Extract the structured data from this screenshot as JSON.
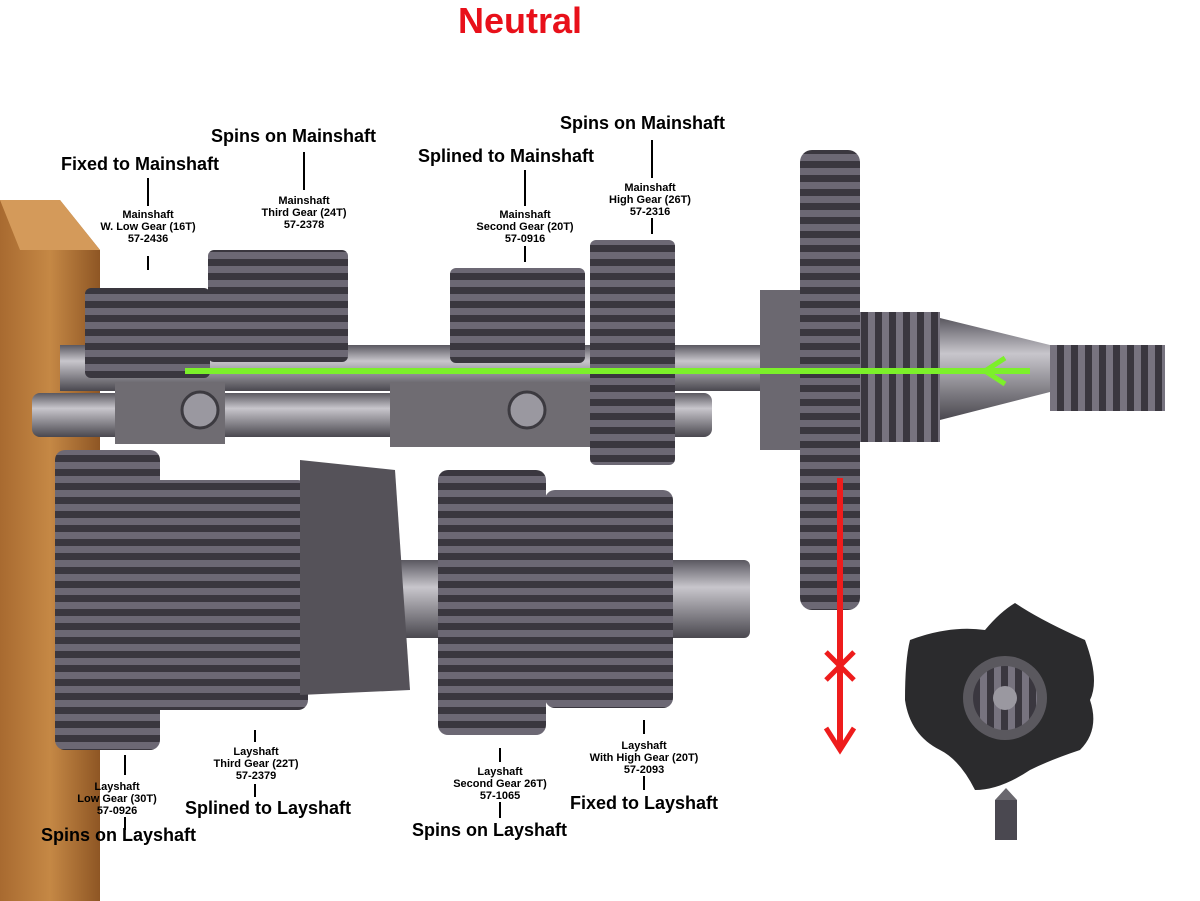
{
  "title": "Neutral",
  "colors": {
    "title": "#e8101a",
    "drive_arrow": "#7cf02a",
    "blocked_arrow": "#ee1c1c",
    "wood": "#b8783a",
    "metal_dark": "#3c3a40",
    "metal_light": "#8c8a90"
  },
  "icons": {
    "drive_arrow": "green-drive-arrow-icon",
    "blocked_arrow": "red-blocked-arrow-icon",
    "cam_plate": "cam-plate-icon"
  },
  "labels": {
    "ms_low_status": "Fixed to Mainshaft",
    "ms_low_l1": "Mainshaft",
    "ms_low_l2": "W. Low Gear (16T)",
    "ms_low_l3": "57-2436",
    "ms_third_status": "Spins on Mainshaft",
    "ms_third_l1": "Mainshaft",
    "ms_third_l2": "Third Gear (24T)",
    "ms_third_l3": "57-2378",
    "ms_second_status": "Splined to Mainshaft",
    "ms_second_l1": "Mainshaft",
    "ms_second_l2": "Second Gear (20T)",
    "ms_second_l3": "57-0916",
    "ms_high_status": "Spins on Mainshaft",
    "ms_high_l1": "Mainshaft",
    "ms_high_l2": "High Gear (26T)",
    "ms_high_l3": "57-2316",
    "ls_low_l1": "Layshaft",
    "ls_low_l2": "Low Gear (30T)",
    "ls_low_l3": "57-0926",
    "ls_low_status": "Spins on Layshaft",
    "ls_third_l1": "Layshaft",
    "ls_third_l2": "Third Gear (22T)",
    "ls_third_l3": "57-2379",
    "ls_third_status": "Splined to Layshaft",
    "ls_second_l1": "Layshaft",
    "ls_second_l2": "Second Gear 26T)",
    "ls_second_l3": "57-1065",
    "ls_second_status": "Spins on Layshaft",
    "ls_high_l1": "Layshaft",
    "ls_high_l2": "With High Gear (20T)",
    "ls_high_l3": "57-2093",
    "ls_high_status": "Fixed to Layshaft"
  }
}
